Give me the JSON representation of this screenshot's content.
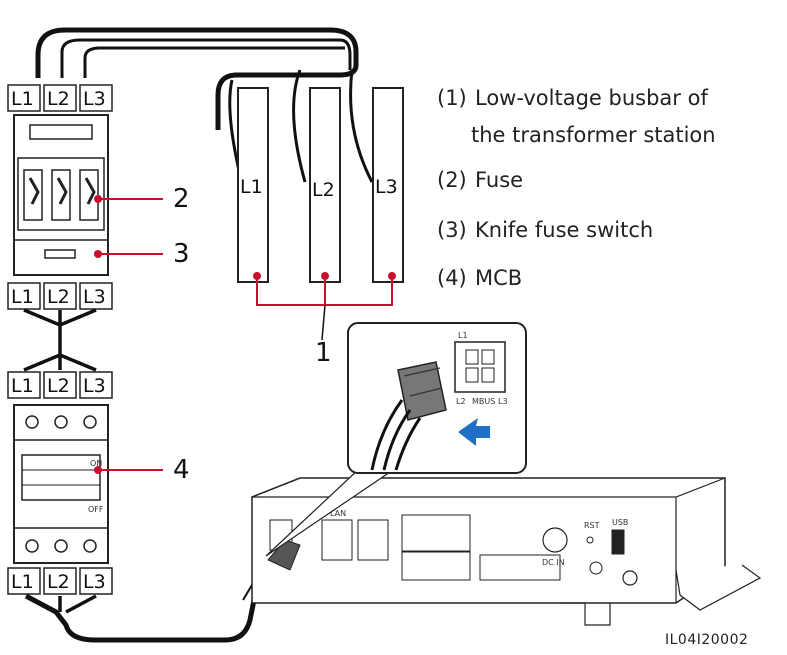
{
  "legend": {
    "item1_num": "(1)",
    "item1_line1": "Low-voltage busbar of",
    "item1_line2": "the transformer station",
    "item2_num": "(2)",
    "item2_text": "Fuse",
    "item3_num": "(3)",
    "item3_text": "Knife fuse switch",
    "item4_num": "(4)",
    "item4_text": "MCB"
  },
  "callouts": {
    "c1": "1",
    "c2": "2",
    "c3": "3",
    "c4": "4"
  },
  "phases": {
    "l1": "L1",
    "l2": "L2",
    "l3": "L3"
  },
  "busbars": {
    "b1": "L1",
    "b2": "L2",
    "b3": "L3"
  },
  "inset": {
    "l1": "L1",
    "l2": "L2",
    "mbus": "MBUS",
    "l3": "L3"
  },
  "mcb": {
    "on": "ON",
    "off": "OFF"
  },
  "device": {
    "lan": "LAN",
    "rst": "RST",
    "usb": "USB",
    "dc_in": "DC IN"
  },
  "figure_id": "IL04I20002",
  "colors": {
    "callout_line": "#c8102e",
    "cable": "#111111",
    "outline": "#333333"
  }
}
